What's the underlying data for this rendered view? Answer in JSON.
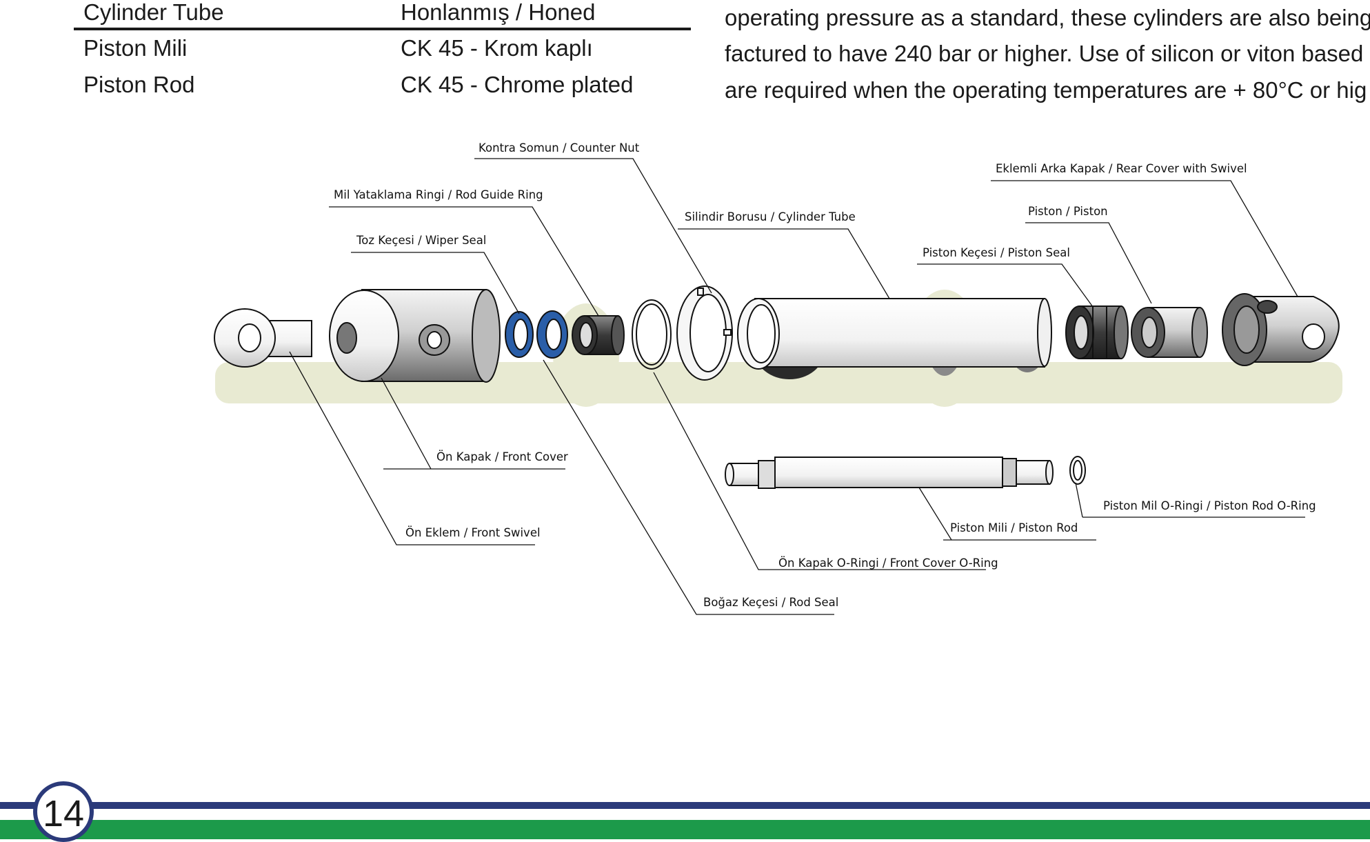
{
  "spec_table": {
    "rows": [
      {
        "col1": "Cylinder Tube",
        "col2": "Honlanmış / Honed"
      },
      {
        "col1": "Piston Mili",
        "col2": "CK 45 - Krom kaplı"
      },
      {
        "col1": "Piston Rod",
        "col2": "CK 45 - Chrome plated"
      }
    ]
  },
  "intro_text": {
    "lines": [
      "operating pressure as a standard, these cylinders are also being",
      "factured to have 240 bar or higher. Use of silicon or viton based",
      "are required when the operating temperatures are + 80°C or hig"
    ]
  },
  "diagram": {
    "labels": {
      "counter_nut": "Kontra Somun / Counter Nut",
      "rear_cover_swivel": "Eklemli Arka Kapak / Rear Cover with Swivel",
      "rod_guide_ring": "Mil Yataklama Ringi / Rod Guide Ring",
      "cylinder_tube": "Silindir Borusu / Cylinder Tube",
      "piston": "Piston / Piston",
      "wiper_seal": "Toz Keçesi / Wiper Seal",
      "piston_seal": "Piston Keçesi / Piston Seal",
      "front_cover": "Ön Kapak / Front Cover",
      "front_swivel": "Ön Eklem / Front Swivel",
      "piston_rod_oring": "Piston Mil O-Ringi / Piston Rod O-Ring",
      "piston_rod": "Piston Mili / Piston Rod",
      "front_cover_oring": "Ön Kapak O-Ringi / Front Cover O-Ring",
      "rod_seal": "Boğaz Keçesi / Rod Seal"
    },
    "colors": {
      "shadow": "#e8ead2",
      "seal_blue": "#2a5ea8",
      "metal_dark": "#4a4a4a",
      "metal_light": "#f0f0f0"
    }
  },
  "footer": {
    "page_number": "14",
    "colors": {
      "blue": "#2b3a7a",
      "green": "#1c9a4a"
    }
  }
}
